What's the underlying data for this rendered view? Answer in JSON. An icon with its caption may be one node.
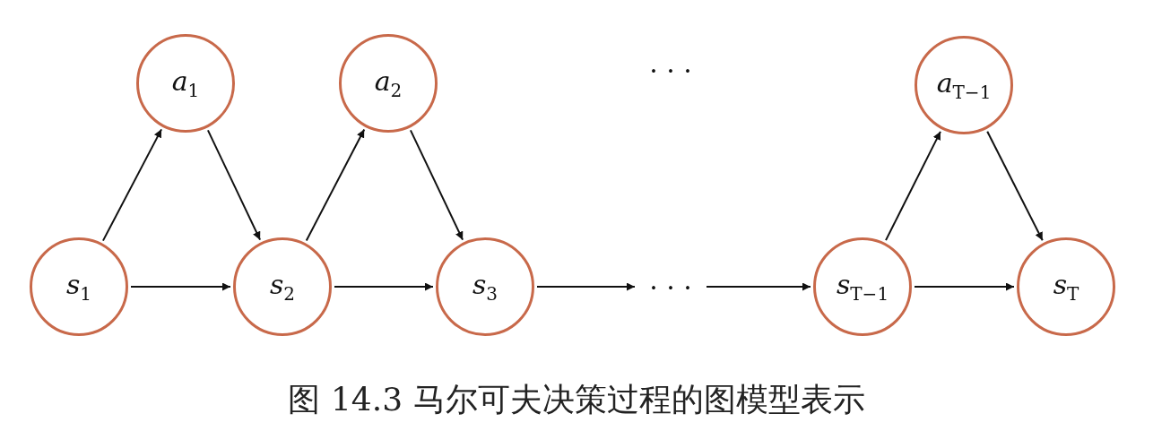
{
  "diagram": {
    "caption": "图 14.3 马尔可夫决策过程的图模型表示",
    "nodes": [
      {
        "text": [
          "*s*$_{1}$"
        ]
      },
      {
        "text": [
          "*a*$_{1}$"
        ]
      },
      {
        "text": [
          "*s*$_{2}$"
        ]
      },
      {
        "text": [
          "*a*$_{2}$"
        ]
      },
      {
        "text": [
          "*s*$_{3}$"
        ]
      },
      {
        "text": [
          "· · ·"
        ]
      },
      {
        "text": [
          "*s*$_{T−1}$"
        ]
      },
      {
        "text": [
          "*a*$_{T−1}$"
        ]
      },
      {
        "text": [
          "*s*$_{T}$"
        ]
      }
    ],
    "edges": [
      {
        "from": 0,
        "to": 1,
        "arrow": "to"
      },
      {
        "from": 1,
        "to": 2,
        "arrow": "to"
      },
      {
        "from": 0,
        "to": 2,
        "arrow": "to"
      },
      {
        "from": 2,
        "to": 3,
        "arrow": "to"
      },
      {
        "from": 3,
        "to": 4,
        "arrow": "to"
      },
      {
        "from": 2,
        "to": 4,
        "arrow": "to"
      },
      {
        "from": 4,
        "to": 5,
        "arrow": "to"
      },
      {
        "from": 5,
        "to": 6,
        "arrow": "to"
      },
      {
        "from": 6,
        "to": 7,
        "arrow": "to"
      },
      {
        "from": 7,
        "to": 8,
        "arrow": "to"
      },
      {
        "from": 6,
        "to": 8,
        "arrow": "to"
      }
    ],
    "labels": [
      "· · ·"
    ]
  }
}
